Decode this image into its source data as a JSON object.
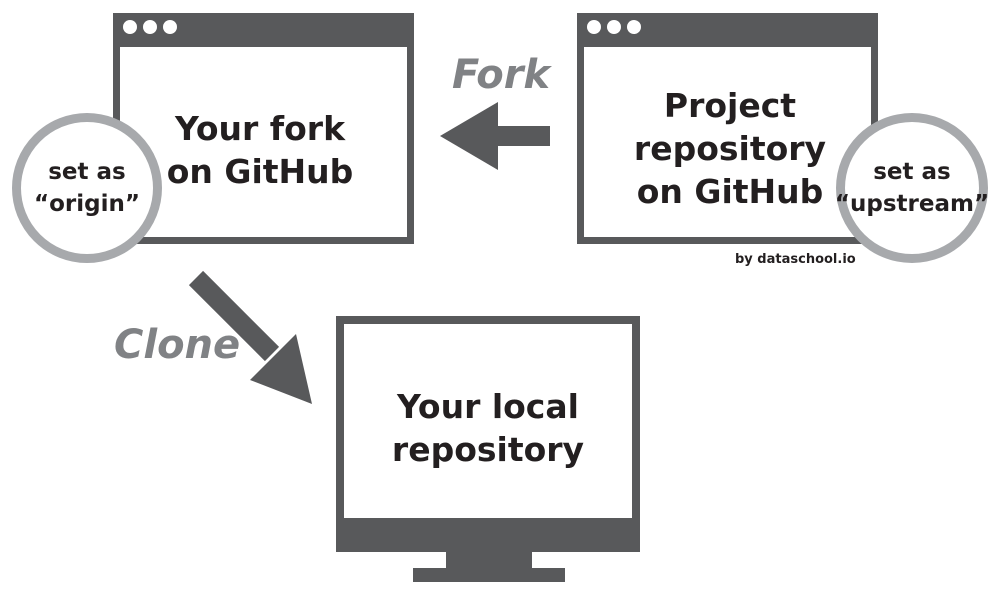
{
  "fork_box": {
    "lines": [
      "Your fork",
      "on GitHub"
    ]
  },
  "project_box": {
    "lines": [
      "Project",
      "repository",
      "on GitHub"
    ]
  },
  "local_box": {
    "lines": [
      "Your local",
      "repository"
    ]
  },
  "origin_circle": {
    "lines": [
      "set as",
      "“origin”"
    ]
  },
  "upstream_circle": {
    "lines": [
      "set as",
      "“upstream”"
    ]
  },
  "actions": {
    "fork": "Fork",
    "clone": "Clone"
  },
  "credit": "by dataschool.io",
  "colors": {
    "frame": "#58595b",
    "circle_ring": "#a7a9ac",
    "action_text": "#808285",
    "text": "#231f20"
  }
}
